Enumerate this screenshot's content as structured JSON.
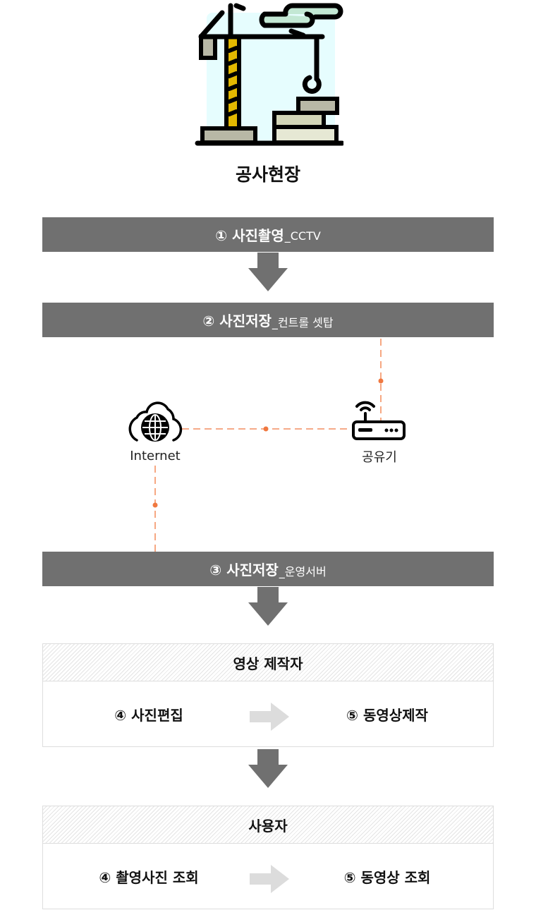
{
  "title": "공사현장",
  "steps": [
    {
      "label": "① 사진촬영",
      "sub": "_CCTV"
    },
    {
      "label": "② 사진저장",
      "sub": "_컨트롤 셋탑"
    },
    {
      "label": "③ 사진저장",
      "sub": "_운영서버"
    }
  ],
  "network": {
    "internet": "Internet",
    "router": "공유기"
  },
  "colors": {
    "bar": "#707070",
    "connector": "#f07840"
  },
  "groups": [
    {
      "title": "영상 제작자",
      "left": "④ 사진편집",
      "right": "⑤ 동영상제작"
    },
    {
      "title": "사용자",
      "left": "④ 촬영사진 조회",
      "right": "⑤ 동영상 조회"
    }
  ]
}
